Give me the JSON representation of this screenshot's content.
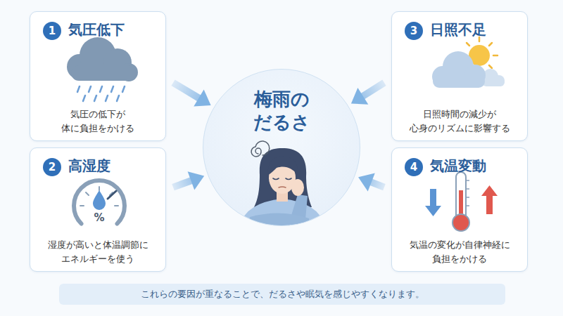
{
  "diagram": {
    "nodes": [
      {
        "text": [
          "気圧低下",
          "気圧の低下が 体に負担をかける"
        ]
      },
      {
        "text": [
          "1"
        ],
        "in": 0
      },
      {
        "text": [
          "高湿度",
          "湿度が高いと体温調節に エネルギーを使う"
        ]
      },
      {
        "text": [
          "2"
        ],
        "in": 2
      },
      {
        "text": [
          "梅雨の だるさ"
        ]
      },
      {
        "text": [
          "日照不足",
          "日照時間の減少が 心身のリズムに影響する"
        ]
      },
      {
        "text": [
          "3"
        ],
        "in": 5
      },
      {
        "text": [
          "気温変動",
          "気温の変化が自律神経に 負担をかける"
        ]
      },
      {
        "text": [
          "4"
        ],
        "in": 7
      },
      {
        "text": [
          "これらの要因が重なることで、だるさや眠気を感じやすくなります。"
        ]
      }
    ],
    "edges": [
      {
        "from": 0,
        "to": 4,
        "arrow": "to"
      },
      {
        "from": 2,
        "to": 4,
        "arrow": "to"
      },
      {
        "from": 5,
        "to": 4,
        "arrow": "to"
      },
      {
        "from": 7,
        "to": 4,
        "arrow": "to"
      }
    ],
    "labels": [
      "%"
    ]
  }
}
